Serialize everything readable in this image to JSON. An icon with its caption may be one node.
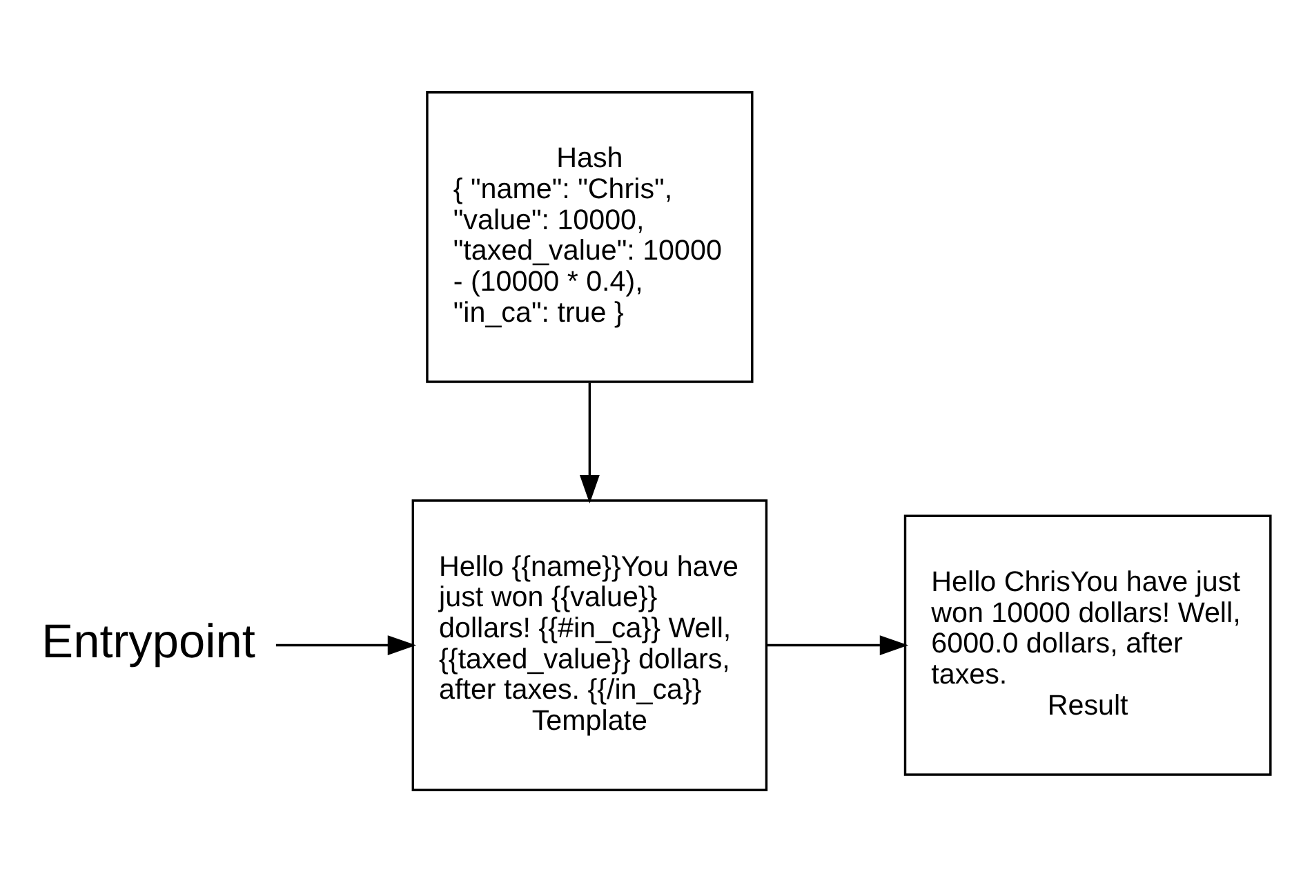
{
  "diagram": {
    "nodes": [
      {
        "text": [
          "Hash",
          "{ \"name\": \"Chris\", \"value\": 10000, \"taxed_value\": 10000 - (10000 * 0.4), \"in_ca\": true }"
        ]
      },
      {
        "text": [
          "Hello {{name}}You have just won {{value}} dollars! {{#in_ca}} Well, {{taxed_value}} dollars, after taxes. {{/in_ca}}",
          "Template"
        ]
      },
      {
        "text": [
          "Hello ChrisYou have just won 10000 dollars! Well, 6000.0 dollars, after taxes.",
          "Result"
        ]
      },
      {
        "text": [
          "Entrypoint"
        ]
      }
    ],
    "edges": [
      {
        "from": 0,
        "to": 1,
        "arrow": "to"
      },
      {
        "from": 3,
        "to": 1,
        "arrow": "to"
      },
      {
        "from": 1,
        "to": 2,
        "arrow": "to"
      }
    ]
  }
}
